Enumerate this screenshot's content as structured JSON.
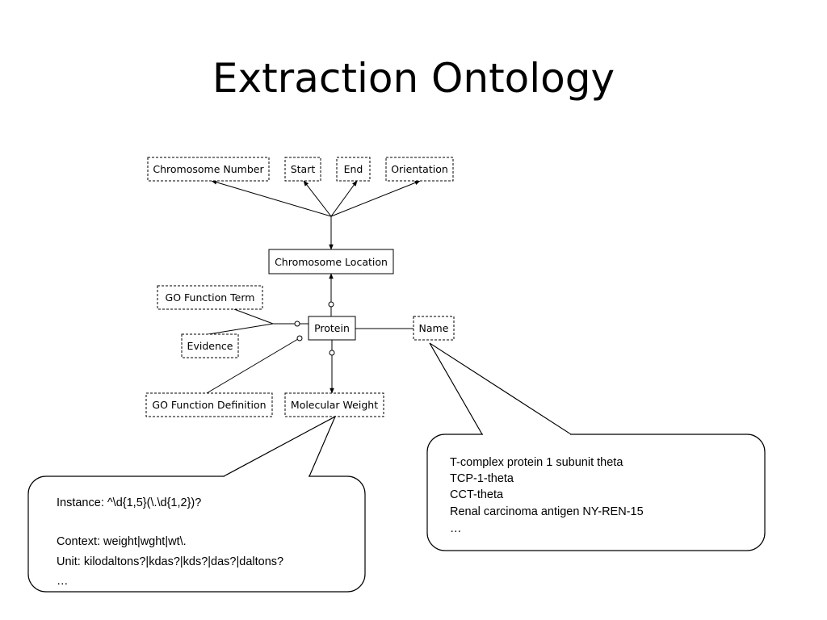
{
  "title": "Extraction Ontology",
  "nodes": {
    "chromosome_number": "Chromosome Number",
    "start": "Start",
    "end": "End",
    "orientation": "Orientation",
    "chromosome_location": "Chromosome Location",
    "go_function_term": "GO Function Term",
    "protein": "Protein",
    "name": "Name",
    "evidence": "Evidence",
    "go_function_definition": "GO Function Definition",
    "molecular_weight": "Molecular Weight"
  },
  "callout_weight": {
    "lines": [
      "Instance: ^\\d{1,5}(\\.\\d{1,2})?",
      "Context: weight|wght|wt\\.",
      "Unit: kilodaltons?|kdas?|kds?|das?|daltons?",
      "…"
    ]
  },
  "callout_name": {
    "lines": [
      "T-complex protein 1 subunit theta",
      "TCP-1-theta",
      "CCT-theta",
      "Renal carcinoma antigen NY-REN-15",
      "…"
    ]
  }
}
